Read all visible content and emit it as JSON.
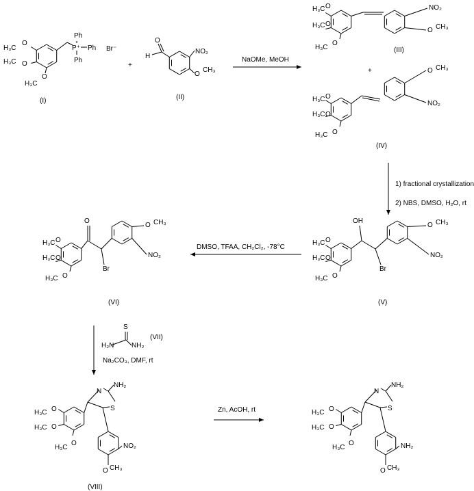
{
  "compounds": {
    "I": {
      "label": "(I)",
      "atoms": [
        "H₃C",
        "O",
        "H₃C",
        "O",
        "H₃C",
        "O",
        "P⁺",
        "Ph",
        "Ph",
        "Ph",
        "Br⁻"
      ]
    },
    "II": {
      "label": "(II)",
      "atoms": [
        "O",
        "H",
        "NO₂",
        "O",
        "CH₃"
      ]
    },
    "III": {
      "label": "(III)",
      "atoms": [
        "H₃C",
        "O",
        "H₃C",
        "O",
        "H₃C",
        "O",
        "NO₂",
        "O",
        "CH₃"
      ]
    },
    "IV": {
      "label": "(IV)",
      "atoms": [
        "H₃C",
        "O",
        "H₃C",
        "O",
        "H₃C",
        "O",
        "NO₂",
        "O",
        "CH₃"
      ]
    },
    "V": {
      "label": "(V)",
      "atoms": [
        "H₃C",
        "O",
        "H₃C",
        "O",
        "H₃C",
        "O",
        "OH",
        "Br",
        "NO₂",
        "O",
        "CH₃"
      ]
    },
    "VI": {
      "label": "(VI)",
      "atoms": [
        "H₃C",
        "O",
        "H₃C",
        "O",
        "H₃C",
        "O",
        "O",
        "Br",
        "NO₂",
        "O",
        "CH₃"
      ]
    },
    "VII": {
      "label": "(VII)",
      "atoms": [
        "S",
        "H₂N",
        "NH₂"
      ]
    },
    "VIII": {
      "label": "(VIII)",
      "atoms": [
        "H₃C",
        "O",
        "H₃C",
        "O",
        "H₃C",
        "O",
        "N",
        "S",
        "NH₂",
        "NO₂",
        "O",
        "CH₃"
      ]
    },
    "IX": {
      "atoms": [
        "H₃C",
        "O",
        "H₃C",
        "O",
        "H₃C",
        "O",
        "N",
        "S",
        "NH₂",
        "NH₂",
        "O",
        "CH₃"
      ]
    }
  },
  "plus_signs": [
    "+",
    "+"
  ],
  "reagents": {
    "step1": "NaOMe, MeOH",
    "step2a": "1) fractional crystallization",
    "step2b": "2) NBS, DMSO, H₂O, rt",
    "step3": "DMSO, TFAA, CH₂Cl₂, -78°C",
    "step4": "Na₂CO₃, DMF, rt",
    "step5": "Zn, AcOH, rt"
  }
}
